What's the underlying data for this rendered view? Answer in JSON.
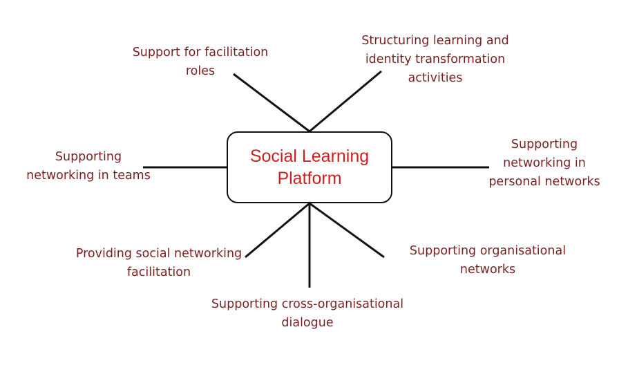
{
  "center": {
    "line1": "Social Learning",
    "line2": "Platform"
  },
  "nodes": {
    "facilitation_roles": [
      "Support for facilitation",
      "roles"
    ],
    "structuring_learning": [
      "Structuring learning and",
      "identity transformation",
      "activities"
    ],
    "networking_teams": [
      "Supporting",
      "networking in teams"
    ],
    "networking_personal": [
      "Supporting",
      "networking in",
      "personal networks"
    ],
    "social_networking_facilitation": [
      "Providing social networking",
      "facilitation"
    ],
    "organisational_networks": [
      "Supporting organisational",
      "networks"
    ],
    "cross_organisational": [
      "Supporting cross-organisational",
      "dialogue"
    ]
  },
  "colors": {
    "center_text": "#d11f1f",
    "node_text": "#7a1f1f",
    "lines": "#111111"
  }
}
